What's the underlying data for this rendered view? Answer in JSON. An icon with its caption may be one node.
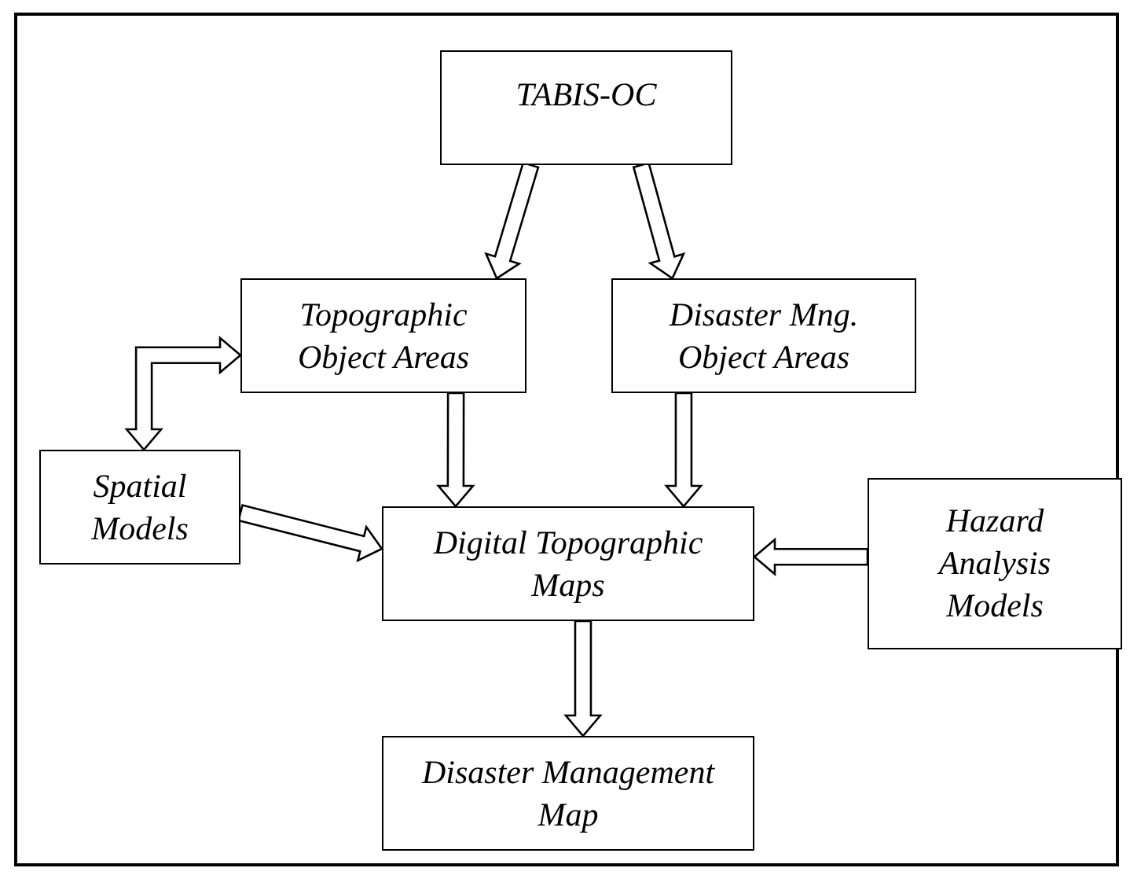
{
  "diagram": {
    "nodes": [
      {
        "text": [
          "TABIS-OC"
        ]
      },
      {
        "text": [
          "Topographic Object Areas"
        ]
      },
      {
        "text": [
          "Disaster Mng. Object Areas"
        ]
      },
      {
        "text": [
          "Spatial Models"
        ]
      },
      {
        "text": [
          "Digital Topographic Maps"
        ]
      },
      {
        "text": [
          "Hazard Analysis Models"
        ]
      },
      {
        "text": [
          "Disaster Management Map"
        ]
      }
    ],
    "edges": [
      {
        "from": 0,
        "to": 1,
        "arrow": "to"
      },
      {
        "from": 0,
        "to": 2,
        "arrow": "to"
      },
      {
        "from": 1,
        "to": 3,
        "arrow": "both"
      },
      {
        "from": 1,
        "to": 4,
        "arrow": "to"
      },
      {
        "from": 2,
        "to": 4,
        "arrow": "to"
      },
      {
        "from": 3,
        "to": 4,
        "arrow": "to"
      },
      {
        "from": 5,
        "to": 4,
        "arrow": "to"
      },
      {
        "from": 4,
        "to": 6,
        "arrow": "to"
      }
    ]
  }
}
